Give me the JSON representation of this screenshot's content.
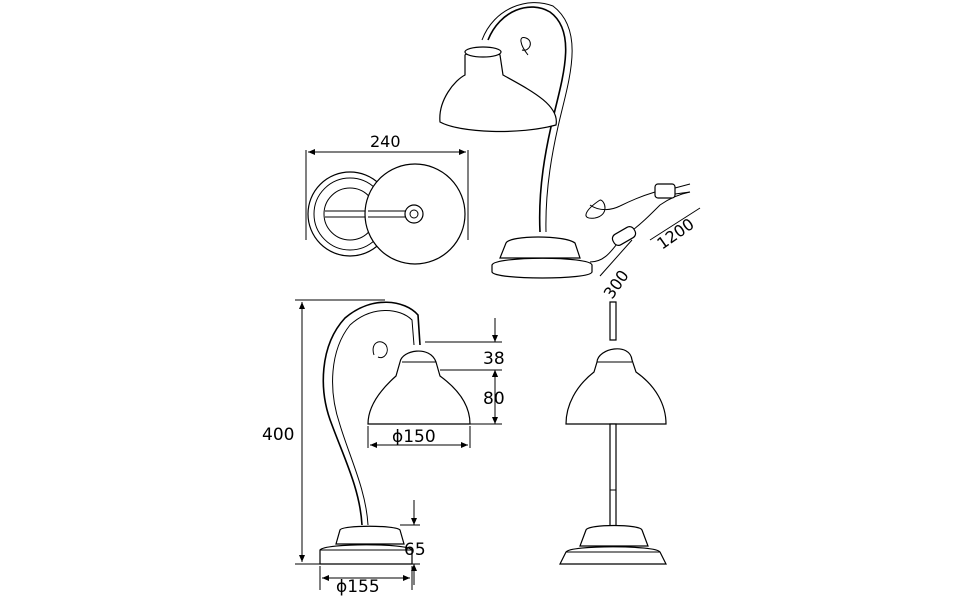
{
  "drawing": {
    "top_view_width": "240",
    "cable_short": "300",
    "cable_long": "1200",
    "height_total": "400",
    "shade_top": "38",
    "shade_body": "80",
    "shade_diameter": "ϕ150",
    "base_height": "65",
    "base_diameter": "ϕ155"
  }
}
